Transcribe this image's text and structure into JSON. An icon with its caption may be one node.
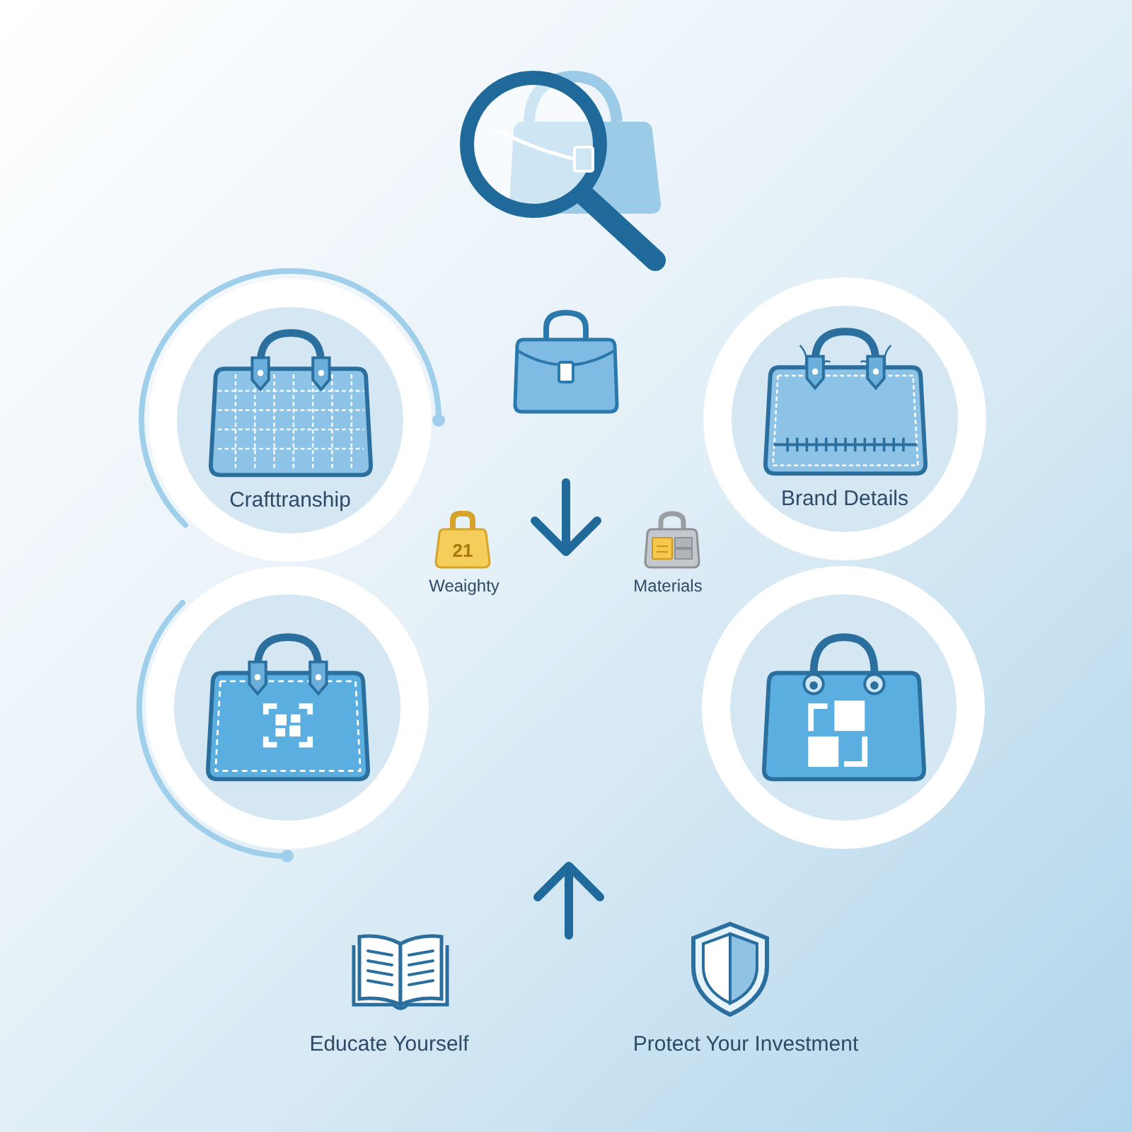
{
  "diagram": {
    "nodes": [
      {
        "text": [
          "Crafttranship"
        ]
      },
      {
        "text": [
          "Brand Details"
        ]
      },
      {
        "text": [],
        "shape": "circle"
      },
      {
        "text": [],
        "shape": "circle"
      }
    ],
    "labels": [
      "21",
      "Weaighty",
      "Materials",
      "Educate Yourself",
      "Protect Your Investment"
    ]
  }
}
